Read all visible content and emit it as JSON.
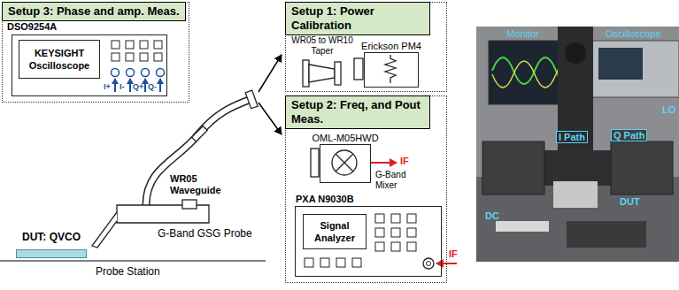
{
  "diagram": {
    "nodes": [
      {
        "text": [
          "Setup 3: Phase and amp. Meas."
        ]
      },
      {
        "text": [
          "KEYSIGHT Oscilloscope"
        ],
        "in": 0
      },
      {
        "text": [
          "Setup 1: Power Calibration"
        ]
      },
      {
        "text": [
          "Erickson PM4"
        ],
        "in": 2
      },
      {
        "text": [
          "Setup 2: Freq, and Pout Meas."
        ]
      },
      {
        "text": [
          "OML-M05HWD"
        ],
        "in": 4
      },
      {
        "text": [
          "PXA N9030B",
          "Signal Analyzer"
        ],
        "in": 4
      },
      {
        "text": [
          "DUT: QVCO"
        ]
      }
    ],
    "labels": [
      "DSO9254A",
      "I+",
      "I-",
      "Q+",
      "Q-",
      "WR05 to WR10 Taper",
      "IF",
      "G-Band Mixer",
      "IF",
      "WR05 Waveguide",
      "G-Band GSG Probe",
      "Probe Station",
      "Monitor",
      "Oscilloscope",
      "LO",
      "I Path",
      "Q Path",
      "DC",
      "DUT"
    ]
  }
}
